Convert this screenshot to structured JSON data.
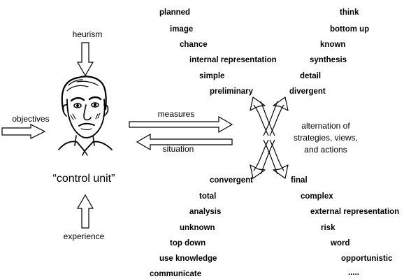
{
  "inputs": {
    "heurism": "heurism",
    "objectives": "objectives",
    "experience": "experience"
  },
  "control_unit_label": "“control unit”",
  "arrows": {
    "measures": "measures",
    "situation": "situation"
  },
  "alternation": {
    "line1": "alternation of",
    "line2": "strategies, views,",
    "line3": "and actions"
  },
  "top_left_terms": [
    "planned",
    "image",
    "chance",
    "internal representation",
    "simple",
    "preliminary"
  ],
  "top_right_terms": [
    "think",
    "bottom up",
    "known",
    "synthesis",
    "detail",
    "divergent"
  ],
  "bottom_left_terms": [
    "convergent",
    "total",
    "analysis",
    "unknown",
    "top down",
    "use knowledge",
    "communicate"
  ],
  "bottom_right_terms": [
    "final",
    "complex",
    "external representation",
    "risk",
    "word",
    "opportunistic",
    "....."
  ]
}
